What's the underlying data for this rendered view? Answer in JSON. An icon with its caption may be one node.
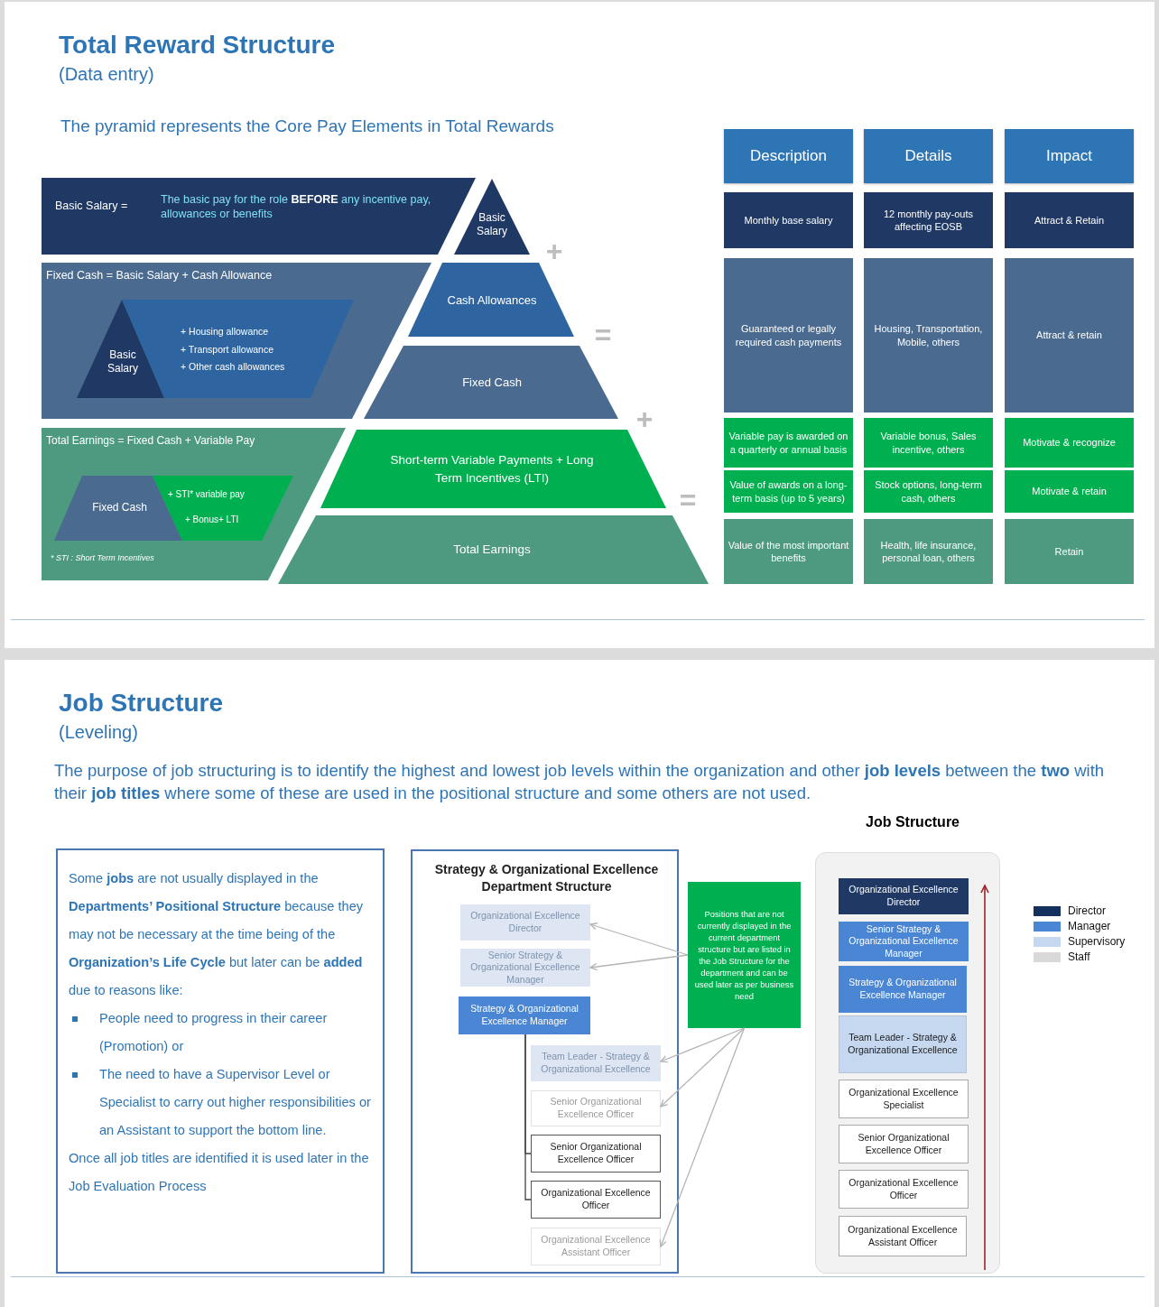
{
  "diagram": {
    "nodes": [
      {
        "text": [
          "Basic Salary =",
          "The basic pay for the role **BEFORE** any incentive pay, allowances or benefits"
        ]
      },
      {
        "text": [
          "Basic Salary"
        ]
      },
      {
        "text": [
          "Fixed Cash = Basic Salary + Cash Allowance"
        ]
      },
      {
        "text": [
          "Basic Salary"
        ],
        "in": 2
      },
      {
        "text": [
          "+ Housing allowance",
          "+ Transport allowance",
          "+ Other cash allowances"
        ],
        "in": 2
      },
      {
        "text": [
          "Cash Allowances"
        ]
      },
      {
        "text": [
          "Fixed Cash"
        ]
      },
      {
        "text": [
          "Total Earnings = Fixed Cash + Variable Pay",
          "* STI : Short Term Incentives"
        ]
      },
      {
        "text": [
          "Fixed Cash"
        ],
        "in": 7
      },
      {
        "text": [
          "+ STI* variable pay",
          "+ Bonus+ LTI"
        ],
        "in": 7
      },
      {
        "text": [
          "Short-term Variable Payments + Long Term Incentives (LTI)"
        ]
      },
      {
        "text": [
          "Total Earnings"
        ]
      },
      {
        "text": [
          "Description"
        ]
      },
      {
        "text": [
          "Details"
        ]
      },
      {
        "text": [
          "Impact"
        ]
      },
      {
        "text": [
          "Monthly base salary"
        ]
      },
      {
        "text": [
          "12 monthly pay-outs affecting EOSB"
        ]
      },
      {
        "text": [
          "Attract & Retain"
        ]
      },
      {
        "text": [
          "Guaranteed or legally required cash payments"
        ]
      },
      {
        "text": [
          "Housing, Transportation, Mobile, others"
        ]
      },
      {
        "text": [
          "Attract & retain"
        ]
      },
      {
        "text": [
          "Variable pay is awarded on a quarterly or annual basis"
        ]
      },
      {
        "text": [
          "Variable bonus, Sales incentive, others"
        ]
      },
      {
        "text": [
          "Motivate & recognize"
        ]
      },
      {
        "text": [
          "Value of awards on a long-term basis (up to 5 years)"
        ]
      },
      {
        "text": [
          "Stock options, long-term cash, others"
        ]
      },
      {
        "text": [
          "Motivate & retain"
        ]
      },
      {
        "text": [
          "Value of the most important benefits"
        ]
      },
      {
        "text": [
          "Health, life insurance, personal loan, others"
        ]
      },
      {
        "text": [
          "Retain"
        ]
      },
      {
        "text": [
          "Some **jobs** are not usually displayed in the **Departments’ Positional Structure** because they may not be necessary at the time being of the **Organization’s Life Cycle** but later can be **added** due to reasons like:",
          "People need to progress in their career (Promotion) or",
          "The need to have a Supervisor Level or Specialist to carry out higher responsibilities or an Assistant to support the bottom line.",
          "Once all job titles are identified it is used later in the Job Evaluation Process"
        ]
      },
      {
        "text": [
          "Strategy & Organizational Excellence Department Structure"
        ]
      },
      {
        "text": [
          "Organizational Excellence Director"
        ],
        "in": 31
      },
      {
        "text": [
          "Senior Strategy & Organizational Excellence Manager"
        ],
        "in": 31
      },
      {
        "text": [
          "Strategy & Organizational Excellence Manager"
        ],
        "in": 31
      },
      {
        "text": [
          "Team Leader - Strategy & Organizational Excellence"
        ],
        "in": 31
      },
      {
        "text": [
          "Senior Organizational Excellence Officer"
        ],
        "in": 31
      },
      {
        "text": [
          "Senior Organizational Excellence Officer"
        ],
        "in": 31
      },
      {
        "text": [
          "Organizational Excellence Officer"
        ],
        "in": 31
      },
      {
        "text": [
          "Organizational Excellence Assistant Officer"
        ],
        "in": 31
      },
      {
        "text": [
          "Positions that are not currently displayed in the current department structure but are listed in the Job Structure for the department and can be used later as per business need"
        ]
      },
      {
        "text": [
          "Job Structure"
        ]
      },
      {
        "text": [
          "Organizational Excellence Director"
        ],
        "in": 41
      },
      {
        "text": [
          "Senior Strategy & Organizational Excellence Manager"
        ],
        "in": 41
      },
      {
        "text": [
          "Strategy & Organizational Excellence Manager"
        ],
        "in": 41
      },
      {
        "text": [
          "Team Leader - Strategy & Organizational Excellence"
        ],
        "in": 41
      },
      {
        "text": [
          "Organizational Excellence Specialist"
        ],
        "in": 41
      },
      {
        "text": [
          "Senior Organizational Excellence Officer"
        ],
        "in": 41
      },
      {
        "text": [
          "Organizational Excellence Officer"
        ],
        "in": 41
      },
      {
        "text": [
          "Organizational Excellence Assistant Officer"
        ],
        "in": 41
      }
    ],
    "edges": [
      {
        "from": 40,
        "to": 32,
        "arrow": "to"
      },
      {
        "from": 40,
        "to": 33,
        "arrow": "to"
      },
      {
        "from": 40,
        "to": 35,
        "arrow": "to"
      },
      {
        "from": 40,
        "to": 36,
        "arrow": "to"
      },
      {
        "from": 40,
        "to": 39,
        "arrow": "to"
      },
      {
        "from": 34,
        "to": 37,
        "arrow": "none",
        "color": "#404040"
      },
      {
        "from": 34,
        "to": 38,
        "arrow": "none",
        "color": "#404040"
      }
    ],
    "labels": [
      "Total Reward Structure",
      "(Data entry)",
      "The pyramid represents the Core Pay Elements in Total Rewards",
      "+",
      "=",
      "+",
      "=",
      "Job Structure",
      "(Leveling)",
      "The purpose of job structuring is to identify the highest and lowest job levels within the organization and other **job levels** between the **two** with their **job titles** where some of these are used in the positional structure and some others are not used."
    ],
    "legend": [
      {
        "text": "Director",
        "color": "#13315c"
      },
      {
        "text": "Manager",
        "color": "#4a86d4"
      },
      {
        "text": "Supervisory",
        "color": "#c5d8f0"
      },
      {
        "text": "Staff",
        "color": "#d9d9d9"
      }
    ]
  }
}
